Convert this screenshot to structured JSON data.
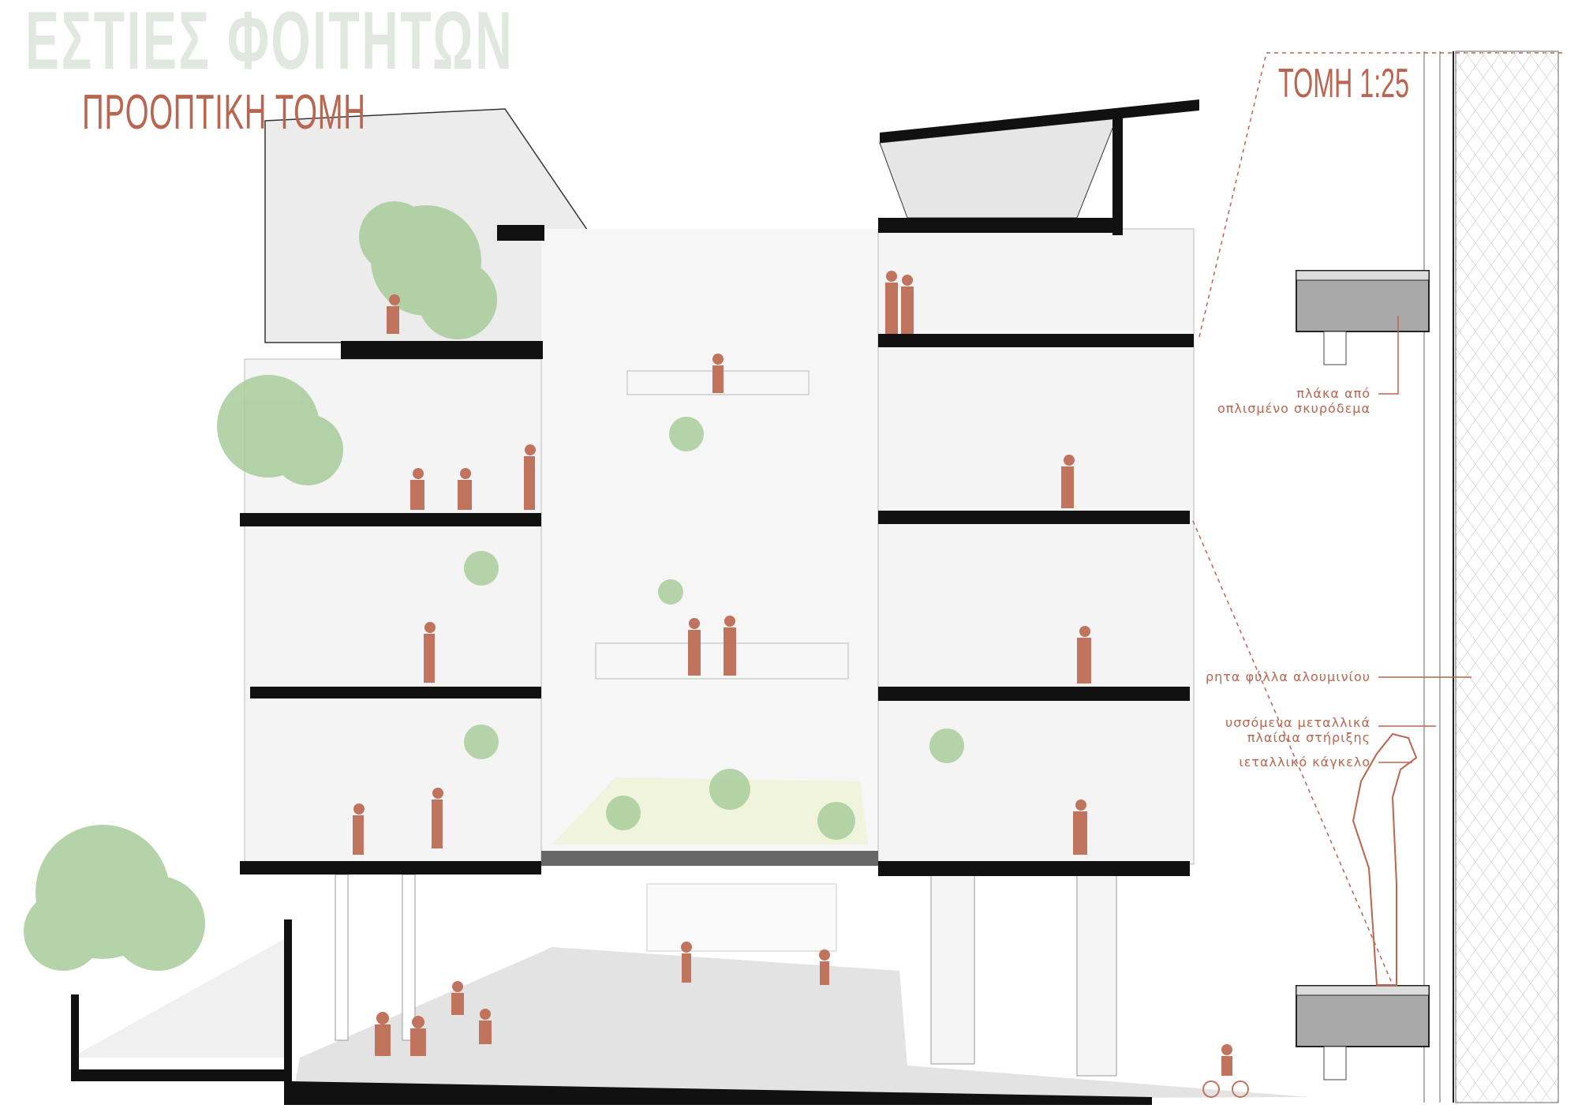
{
  "header": {
    "project_title": "ΕΣΤΙΕΣ ΦΟΙΤΗΤΩΝ",
    "drawing_title": "ΠΡΟΟΠΤΙΚΗ ΤΟΜΗ"
  },
  "detail": {
    "title": "ΤΟΜΗ 1:25",
    "labels": [
      {
        "line1": "πλάκα από",
        "line2": "οπλισμένο σκυρόδεμα"
      },
      {
        "line1": "ρητα φύλλα αλουμινίου"
      },
      {
        "line1": "υσσόμενα μεταλλικά",
        "line2": "πλαίσια στήριξης"
      },
      {
        "line1": "ιεταλλικό κάγκελο"
      }
    ]
  },
  "colors": {
    "accent": "#b9654f",
    "title_bg": "#e1e8df",
    "slab": "#111111",
    "vegetation": "#9cc490",
    "wall": "#ececec"
  }
}
